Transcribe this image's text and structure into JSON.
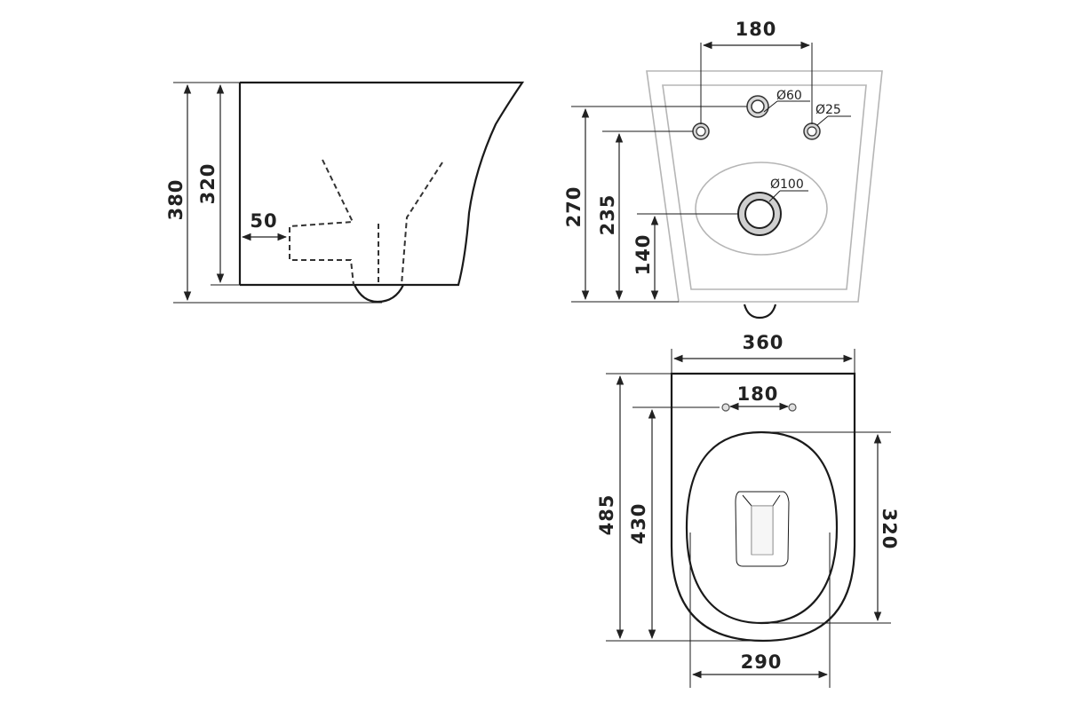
{
  "side_view": {
    "height_total": "380",
    "height_inner": "320",
    "outlet_offset": "50"
  },
  "front_view": {
    "hole_spacing": "180",
    "dia_large_hole": "Ø60",
    "dia_small_hole": "Ø25",
    "dia_outlet": "Ø100",
    "height_large_hole": "270",
    "height_small_holes": "235",
    "height_outlet": "140"
  },
  "top_view": {
    "width": "360",
    "hole_spacing": "180",
    "length_total": "485",
    "length_holes": "430",
    "bowl_length": "320",
    "bowl_width": "290"
  }
}
